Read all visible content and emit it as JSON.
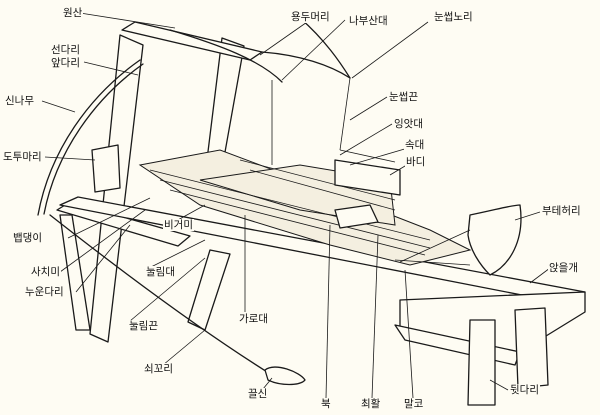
{
  "labels": {
    "wonsan": "원산",
    "yongdumeori": "용두머리",
    "nabusandae": "나부산대",
    "nunsseopnori": "눈썹노리",
    "seondari": "선다리",
    "apdari": "앞다리",
    "sinnamu": "신나무",
    "nunsseopkkeun": "눈썹끈",
    "ingatdae": "잉앗대",
    "sokdae": "속대",
    "badi": "바디",
    "dotumari": "도투마리",
    "budeheori": "부테허리",
    "baeppaengi": "뱁댕이",
    "bigeomi": "비거미",
    "anilgae": "앉을개",
    "sachimi": "사치미",
    "nullimdae": "눌림대",
    "nuundari": "누운다리",
    "nullimkkeun": "눌림끈",
    "garodae": "가로대",
    "soekkori": "쇠꼬리",
    "kkeulsin": "끌신",
    "buk": "북",
    "choehwal": "최활",
    "malko": "말코",
    "twitdari": "뒷다리"
  }
}
